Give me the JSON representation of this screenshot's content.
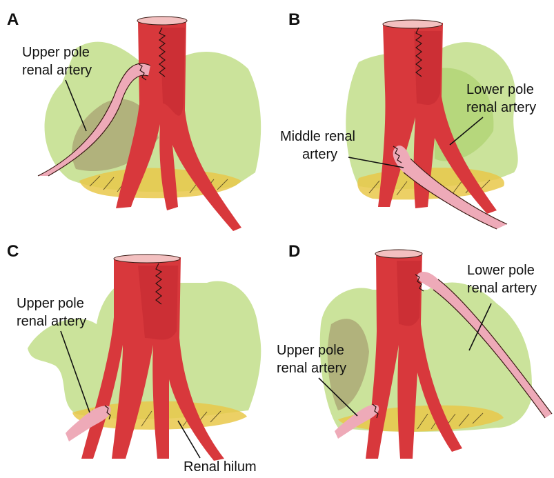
{
  "panels": [
    {
      "letter": "A",
      "labels": [
        {
          "key": "upper",
          "lines": [
            "Upper pole",
            "renal artery"
          ]
        }
      ]
    },
    {
      "letter": "B",
      "labels": [
        {
          "key": "lower",
          "lines": [
            "Lower pole",
            "renal artery"
          ]
        },
        {
          "key": "middle",
          "lines": [
            "Middle renal",
            "artery"
          ]
        }
      ]
    },
    {
      "letter": "C",
      "labels": [
        {
          "key": "upper",
          "lines": [
            "Upper pole",
            "renal artery"
          ]
        },
        {
          "key": "hilum",
          "lines": [
            "Renal hilum"
          ]
        }
      ]
    },
    {
      "letter": "D",
      "labels": [
        {
          "key": "lower",
          "lines": [
            "Lower pole",
            "renal artery"
          ]
        },
        {
          "key": "upper",
          "lines": [
            "Upper pole",
            "renal artery"
          ]
        }
      ]
    }
  ],
  "colors": {
    "artery_red": "#d8383c",
    "graft_pink": "#eeaab8",
    "kidney_green": "#b9d97a",
    "fat_yellow": "#e9c84a",
    "shadow_brown": "#9c8a62"
  }
}
